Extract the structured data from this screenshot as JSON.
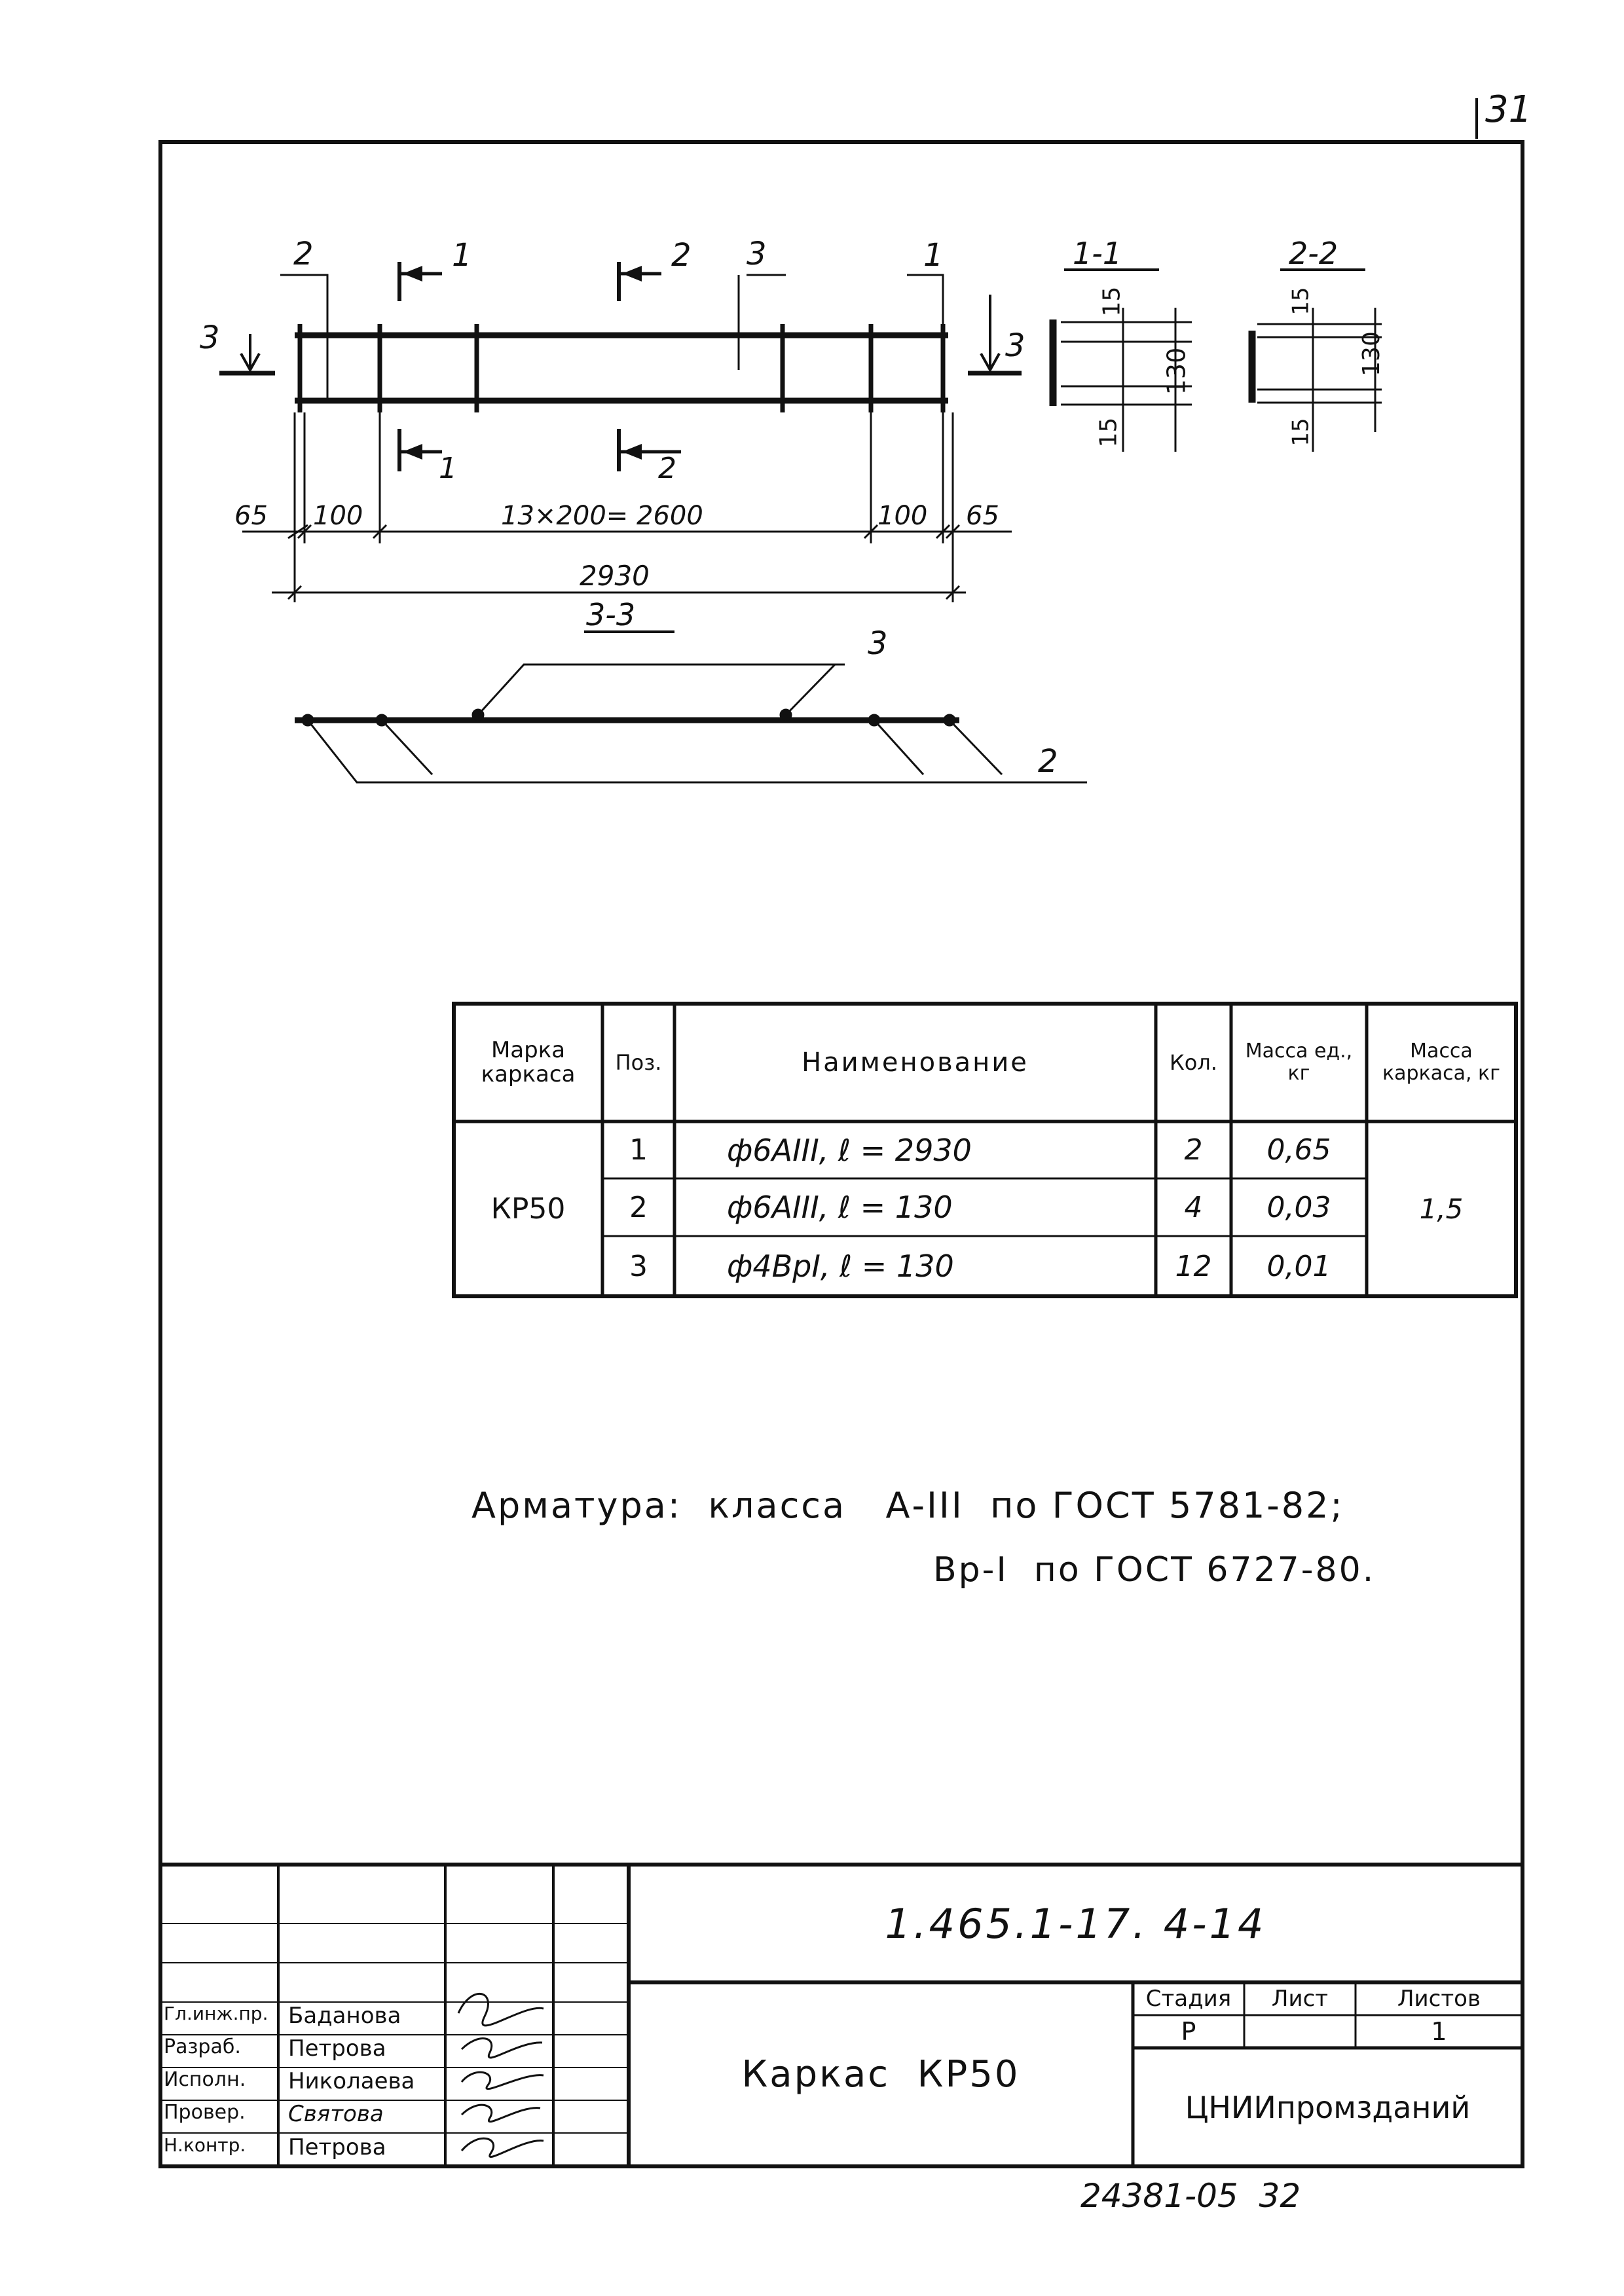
{
  "page_number": "31",
  "drawing": {
    "sections": {
      "s11": "1-1",
      "s22": "2-2",
      "s33": "3-3"
    },
    "callouts": {
      "c1": "1",
      "c2": "2",
      "c3": "3"
    },
    "dims": {
      "d65": "65",
      "d100": "100",
      "d_span": "13×200= 2600",
      "d_total": "2930",
      "d15": "15",
      "d130": "130"
    }
  },
  "spec_table": {
    "headers": {
      "mark": "Марка каркаса",
      "pos": "Поз.",
      "name": "Наименование",
      "qty": "Кол.",
      "mass_unit": "Масса ед., кг",
      "mass_total": "Масса каркаса, кг"
    },
    "mark": "КР50",
    "mass_total": "1,5",
    "rows": [
      {
        "pos": "1",
        "name": "ф6АIII,  ℓ = 2930",
        "qty": "2",
        "mass": "0,65"
      },
      {
        "pos": "2",
        "name": "ф6АIII,  ℓ = 130",
        "qty": "4",
        "mass": "0,03"
      },
      {
        "pos": "3",
        "name": "ф4ВрI,  ℓ = 130",
        "qty": "12",
        "mass": "0,01"
      }
    ]
  },
  "notes": {
    "line1": "Арматура:  класса   А-III  по ГОСТ 5781-82;",
    "line2": "Вр-I  по ГОСТ 6727-80."
  },
  "title_block": {
    "doc_code": "1.465.1-17. 4-14",
    "title": "Каркас  КР50",
    "stage_label": "Стадия",
    "sheet_label": "Лист",
    "sheets_label": "Листов",
    "stage_value": "Р",
    "sheet_value": "",
    "sheets_value": "1",
    "org": "ЦНИИпромзданий",
    "signers": [
      {
        "role": "Гл.инж.пр.",
        "name": "Баданова"
      },
      {
        "role": "Разраб.",
        "name": "Петрова"
      },
      {
        "role": "Исполн.",
        "name": "Николаева"
      },
      {
        "role": "Провер.",
        "name": "Святова"
      },
      {
        "role": "Н.контр.",
        "name": "Петрова"
      }
    ]
  },
  "archive_number": "24381-05  32"
}
